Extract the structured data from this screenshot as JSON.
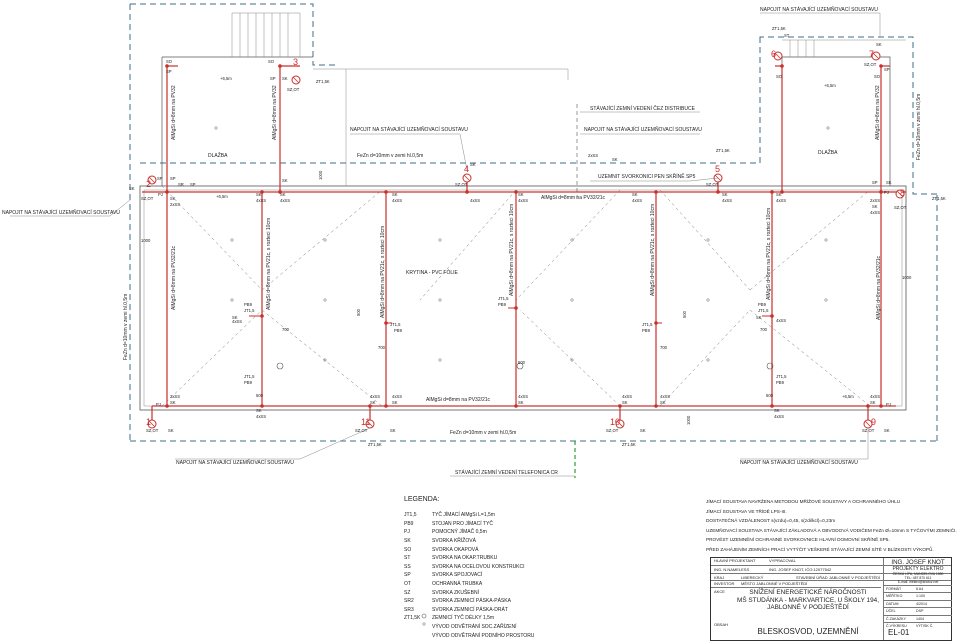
{
  "labels": {
    "connect_existing": "NAPOJIT NA STÁVAJÍCÍ UZEMŇOVACÍ SOUSTAVU",
    "existing_distribution": "STÁVAJÍCÍ ZEMNÍ VEDENÍ ČEZ DISTRIBUCE",
    "ground_terminal": "UZEMNIT SVORKONICI PEN SKŘÍNĚ SP5",
    "existing_telefonica": "STÁVAJÍCÍ ZEMNÍ VEDENÍ TELEFONICA CR",
    "fezn_top": "FeZn d=10mm v zemi hl.0,5m",
    "fezn_bottom": "FeZn d=10mm v zemi hl.0,5m",
    "fezn_left": "FeZn d=10mm v zemi hl.0,5m",
    "fezn_right": "FeZn d=10mm v zemi hl.0,5m",
    "almgsi_top": "AlMgSi d=8mm na PV32/21c",
    "almgsi_bottom": "AlMgSi d=8mm na PV32/21c",
    "almgsi_left": "AlMgSi d=8mm na PV32/21c",
    "almgsi_right": "AlMgSi d=8mm na PV32/21c",
    "almgsi_vert_left": "AlMgSi d=8mm na PV32",
    "almgsi_vert_right": "AlMgSi d=8mm na PV32",
    "almgsi_vert_inner": "AlMgSi d=8mm na PV32",
    "almgsi_pv21_a": "AlMgSi d=8mm na PV21c, s rozteci 10cm",
    "almgsi_pv21_b": "AlMgSi d=8mm na PV21c, s rozteci 10cm",
    "almgsi_pv21_c": "AlMgSi d=8mm na PV21c, s rozteci 10cm",
    "almgsi_pv21_d": "AlMgSi d=8mm na PV21c, s rozteci 10cm",
    "almgsi_pv21_e": "AlMgSi d=8mm na PV21c, s rozteci 10cm",
    "dlazba_left": "DLAŽBA",
    "dlazba_right": "DLAŽBA",
    "krytina": "KRYTINA - PVC FÓLIE",
    "zt15k": "ZT1,5K",
    "sz_ot": "SZ,OT",
    "sk": "SK",
    "sp": "SP",
    "so": "SO",
    "st": "ST",
    "sr": "SR",
    "pj": "PJ",
    "pb9": "PB9",
    "jt15": "JT1,5",
    "x2ss": "2xSS",
    "x4ss": "4xSS",
    "d1000": "1000",
    "d700": "700",
    "d500": "500",
    "d800": "800",
    "elev": "+6,5m",
    "n1": "1",
    "n2": "2",
    "n3": "3",
    "n4": "4",
    "n5": "5",
    "n6": "6",
    "n7": "7",
    "n8": "8",
    "n9": "9",
    "n10": "10",
    "n11": "11"
  },
  "legend": {
    "title": "LEGENDA:",
    "items": [
      {
        "key": "JT1,5",
        "text": "TYČ JÍMACÍ AlMgSi L=1,5m"
      },
      {
        "key": "PB9",
        "text": "STOJAN PRO JÍMACÍ TYČ"
      },
      {
        "key": "PJ",
        "text": "POMOCNÝ JÍMAČ 0,5m"
      },
      {
        "key": "SK",
        "text": "SVORKA KŘÍŽOVÁ"
      },
      {
        "key": "SO",
        "text": "SVORKA OKAPOVÁ"
      },
      {
        "key": "ST",
        "text": "SVORKA NA OKAP.TRUBKU"
      },
      {
        "key": "SS",
        "text": "SVORKA NA OCELOVOU KONSTRUKCI"
      },
      {
        "key": "SP",
        "text": "SVORKA SPOJOVACÍ"
      },
      {
        "key": "OT",
        "text": "OCHRANNÁ TRUBKA"
      },
      {
        "key": "SZ",
        "text": "SVORKA ZKUŠEBNÍ"
      },
      {
        "key": "SR2",
        "text": "SVORKA ZEMNICÍ PÁSKA-PÁSKA"
      },
      {
        "key": "SR3",
        "text": "SVORKA ZEMNICÍ PÁSKA-DRÁT"
      },
      {
        "key": "ZT1,5K",
        "text": "ZEMNICÍ TYČ DÉLKY 1,5m"
      },
      {
        "key": "",
        "text": "VÝVOD ODVĚTRÁNÍ SOC.ZAŘÍZENÍ"
      },
      {
        "key": "",
        "text": "VÝVOD ODVĚTRÁNÍ PODNÍHO PROSTORU"
      }
    ]
  },
  "notes": [
    "JÍMACÍ SOUSTAVA NAVRŽENA METODOU MŘÍŽOVÉ SOUSTAVY A OCHRANNÉHO ÚHLU",
    "JÍMACÍ SOUSTAVA VE TŘÍDĚ LPS-III.",
    "DOSTATEČNÁ VZDÁLENOST s(vzdu)=0,45, s(zdi/kcl)=0,23m",
    "UZEMŇOVACÍ SOUSTAVA STÁVAJÍCÍ ZÁKLADOVÁ A OBVODOVÁ VODIČEM FeZn Ø=10mm S TYČOVÝMI ZEMNIČI.",
    "PROVÉST UZEMNĚNÍ OCHRANNÉ SVORKOVNICE HLAVNÍ DOMOVNÍ SKŘÍNĚ SP5.",
    "PŘED ZAHÁJENÍM ZEMNÍCH PRACÍ VYTÝČIT VEŠKERÉ STÁVAJÍCÍ ZEMNÍ SÍTĚ V BLÍZKOSTI VÝKOPŮ."
  ],
  "titleblock": {
    "hlavni_projektant": "HLAVNÍ PROJEKTANT",
    "vypracoval": "VYPRACOVAL",
    "ing_nameless": "ING. N.NAMELESS",
    "ing_knot_ico": "ING. JOSEF KNOT, IČO:12077542",
    "kraj": "KRAJ",
    "liberecky": "LIBERECKÝ",
    "stavebni_urad": "STAVEBNÍ ÚŘAD",
    "jablonne": "JABLONNÉ V PODJEŠTĚDÍ",
    "investor": "INVESTOR",
    "mesto": "MĚSTO JABLONNÉ V PODJEŠTĚDÍ",
    "akce": "AKCE",
    "project_line1": "SNÍŽENÍ ENERGETICKÉ NÁROČNOSTI",
    "project_line2": "MŠ STUDÁNKA - MARKVARTICE, U ŠKOLY 194,",
    "project_line3": "JABLONNÉ V PODJEŠTĚDÍ",
    "obsah": "OBSAH",
    "drawing_title": "BLESKOSVOD, UZEMNĚNÍ",
    "firm_name": "ING. JOSEF KNOT",
    "firm_sub": "PROJEKTY ELEKTRO",
    "firm_addr": "ČESKÁ LÍPA, MANDELOVA 1580",
    "firm_tel": "TEL: 487 870 611",
    "firm_email": "E-mail: elektro@knotcz.net",
    "format_label": "FORMÁT",
    "format": "6 A4",
    "meritko_label": "MĚŘÍTKO",
    "meritko": "1:100",
    "datum_label": "DATUM",
    "datum": "4/2014",
    "ucel_label": "ÚČEL",
    "ucel": "DSP",
    "zakazky_label": "Č.ZAKÁZKY",
    "zakazky": "1404",
    "vykresu_label": "Č.VÝKRESU",
    "vytisk_label": "VÝTISK Č.",
    "vykres": "EL-01"
  },
  "colors": {
    "conductor": "#c9302c",
    "earthing": "#3f6f88",
    "telefonica": "#2ca02c"
  }
}
